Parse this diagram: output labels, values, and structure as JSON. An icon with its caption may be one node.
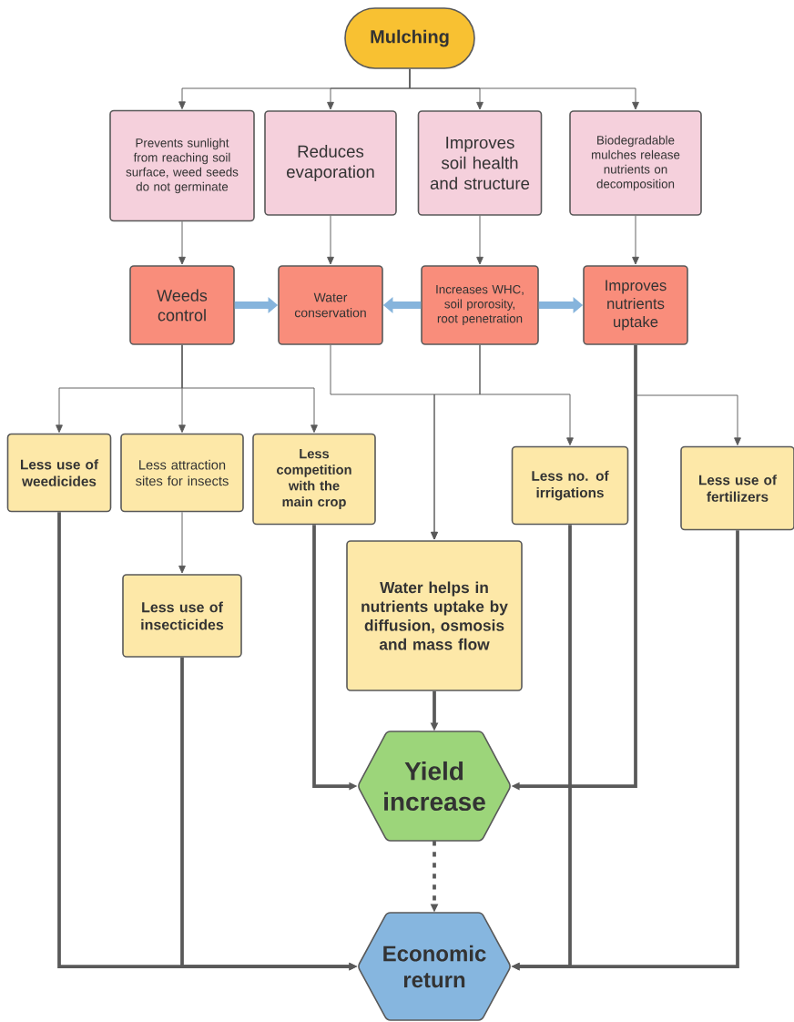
{
  "diagram": {
    "nodes": [
      {
        "text": [
          "Mulching"
        ]
      },
      {
        "text": [
          "Prevents sunlight from reaching soil surface, weed seeds do not germinate"
        ]
      },
      {
        "text": [
          "Reduces evaporation"
        ]
      },
      {
        "text": [
          "Improves soil health and structure"
        ]
      },
      {
        "text": [
          "Biodegradable mulches release nutrients on decomposition"
        ]
      },
      {
        "text": [
          "Weeds control"
        ]
      },
      {
        "text": [
          "Water conservation"
        ]
      },
      {
        "text": [
          "Increases WHC, soil prorosity, root penetration"
        ]
      },
      {
        "text": [
          "Improves nutrients uptake"
        ]
      },
      {
        "text": [
          "Less use of weedicides"
        ]
      },
      {
        "text": [
          "Less attraction sites for insects"
        ]
      },
      {
        "text": [
          "Less competition with the main crop"
        ]
      },
      {
        "text": [
          "Less no. of irrigations"
        ]
      },
      {
        "text": [
          "Less use of fertilizers"
        ]
      },
      {
        "text": [
          "Less use of insecticides"
        ]
      },
      {
        "text": [
          "Water helps in nutrients uptake by diffusion, osmosis and mass flow"
        ]
      },
      {
        "text": [
          "Yield increase"
        ]
      },
      {
        "text": [
          "Economic return"
        ]
      }
    ],
    "edges": [
      {
        "from": 0,
        "to": 1,
        "arrow": "to"
      },
      {
        "from": 0,
        "to": 2,
        "arrow": "to"
      },
      {
        "from": 0,
        "to": 3,
        "arrow": "to"
      },
      {
        "from": 0,
        "to": 4,
        "arrow": "to"
      },
      {
        "from": 1,
        "to": 5,
        "arrow": "to"
      },
      {
        "from": 2,
        "to": 6,
        "arrow": "to"
      },
      {
        "from": 3,
        "to": 7,
        "arrow": "to"
      },
      {
        "from": 4,
        "to": 8,
        "arrow": "to"
      },
      {
        "from": 5,
        "to": 6,
        "arrow": "to",
        "style": "thick",
        "color": "#86b4dc"
      },
      {
        "from": 7,
        "to": 6,
        "arrow": "to",
        "style": "thick",
        "color": "#86b4dc"
      },
      {
        "from": 7,
        "to": 8,
        "arrow": "to",
        "style": "thick",
        "color": "#86b4dc"
      },
      {
        "from": 5,
        "to": 9,
        "arrow": "to"
      },
      {
        "from": 5,
        "to": 10,
        "arrow": "to"
      },
      {
        "from": 5,
        "to": 11,
        "arrow": "to"
      },
      {
        "from": 6,
        "to": 15,
        "arrow": "to"
      },
      {
        "from": 7,
        "to": 15,
        "arrow": "to"
      },
      {
        "from": 7,
        "to": 12,
        "arrow": "to"
      },
      {
        "from": 8,
        "to": 13,
        "arrow": "to"
      },
      {
        "from": 8,
        "to": 16,
        "arrow": "to",
        "style": "thick"
      },
      {
        "from": 10,
        "to": 14,
        "arrow": "to"
      },
      {
        "from": 11,
        "to": 16,
        "arrow": "to",
        "style": "thick"
      },
      {
        "from": 15,
        "to": 16,
        "arrow": "to",
        "style": "thick"
      },
      {
        "from": 16,
        "to": 17,
        "arrow": "to",
        "style": "dashed"
      },
      {
        "from": 9,
        "to": 17,
        "arrow": "to",
        "style": "thick"
      },
      {
        "from": 14,
        "to": 17,
        "arrow": "to",
        "style": "thick"
      },
      {
        "from": 12,
        "to": 17,
        "arrow": "to",
        "style": "thick"
      },
      {
        "from": 13,
        "to": 17,
        "arrow": "to",
        "style": "thick"
      }
    ]
  }
}
